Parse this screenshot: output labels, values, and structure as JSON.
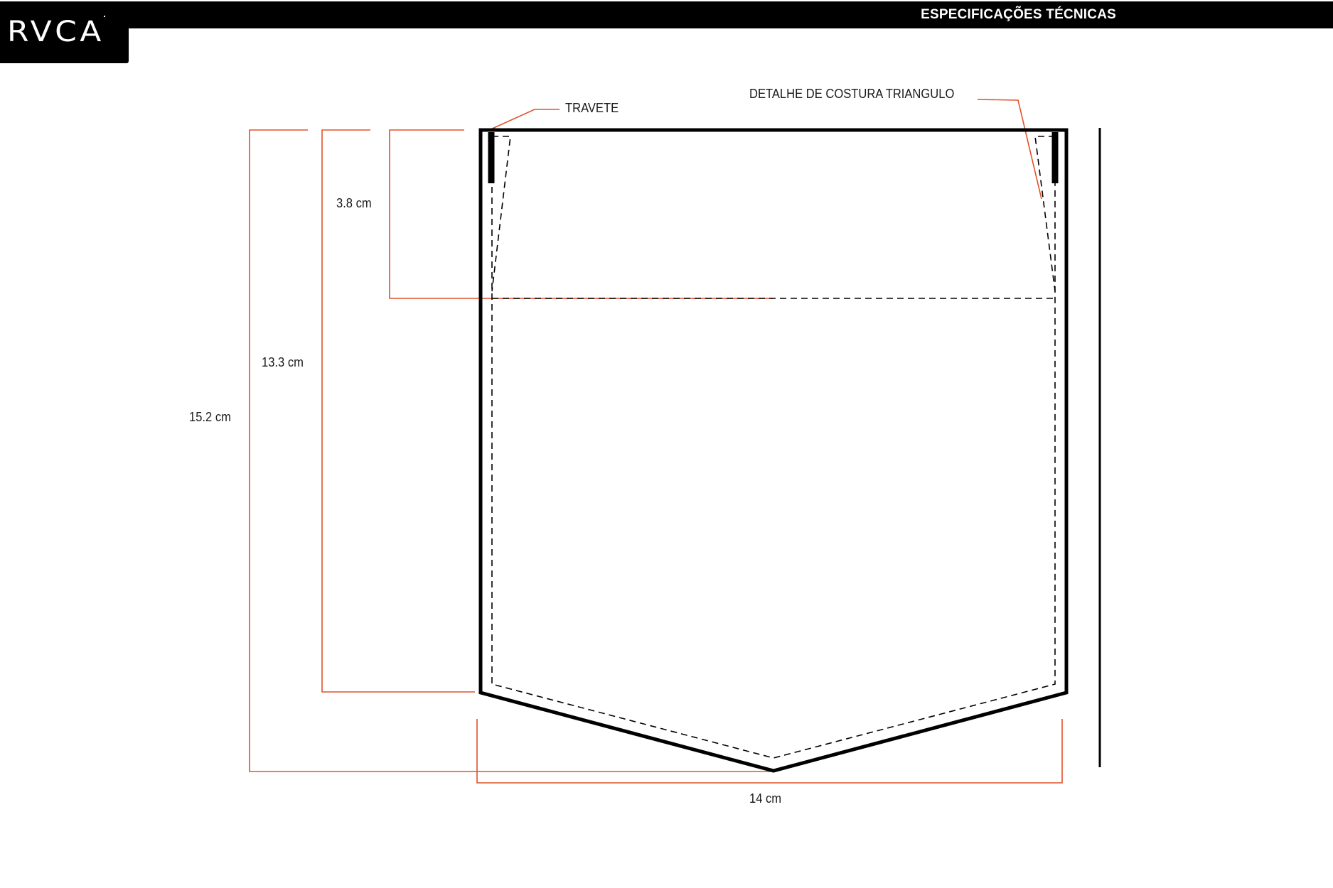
{
  "header": {
    "title": "ESPECIFICAÇÕES TÉCNICAS"
  },
  "logo": {
    "text": "RVCA"
  },
  "callouts": {
    "bartack": "TRAVETE",
    "triangle_stitch": "DETALHE DE COSTURA TRIANGULO"
  },
  "dimensions": {
    "top_band_height": "3.8 cm",
    "side_height": "13.3 cm",
    "total_height": "15.2 cm",
    "width": "14 cm"
  },
  "colors": {
    "dimension_line": "#e0522a",
    "outline": "#000000",
    "header_bg": "#000000",
    "header_text": "#ffffff"
  }
}
